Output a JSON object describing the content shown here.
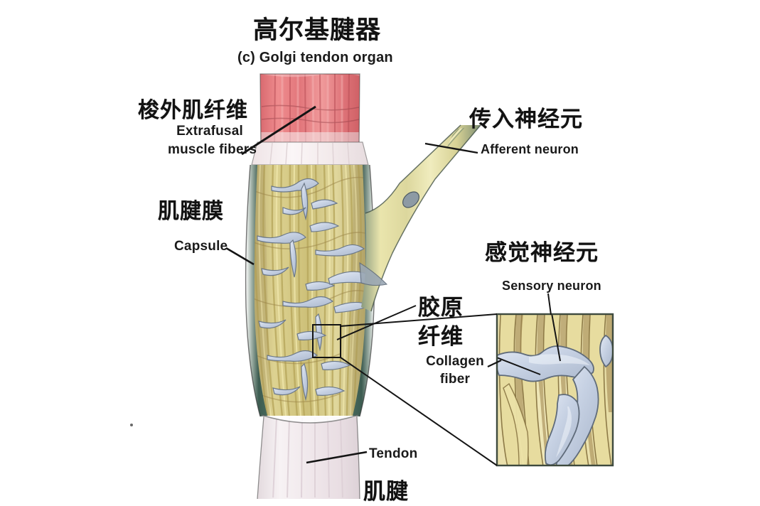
{
  "figure": {
    "title_cn": "高尔基腱器",
    "title_en": "(c) Golgi tendon organ",
    "background_color": "#ffffff",
    "palette": {
      "muscle_pink": "#e8767a",
      "muscle_pink_dark": "#c9565c",
      "tendon_white": "#f3eaee",
      "collagen_yellow": "#d9cf86",
      "collagen_yellow_light": "#ece3a8",
      "collagen_brown": "#a08b5e",
      "capsule_green": "#3c5a50",
      "nerve_blue": "#c3cde0",
      "nerve_outline": "#5f6b7a",
      "leader_line": "#1a1a1a"
    }
  },
  "labels": [
    {
      "id": "extrafusal",
      "cn": "梭外肌纤维",
      "en": "Extrafusal\nmuscle fibers",
      "points_to": "muscle fiber block at top of tendon organ"
    },
    {
      "id": "capsule",
      "cn": "肌腱膜",
      "en": "Capsule",
      "points_to": "outer green sheath of the tendon organ"
    },
    {
      "id": "afferent",
      "cn": "传入神经元",
      "en": "Afferent neuron",
      "points_to": "nerve bundle leaving upper right"
    },
    {
      "id": "sensory",
      "cn": "感觉神经元",
      "en": "Sensory neuron",
      "points_to": "blue nerve ending inside magnified inset"
    },
    {
      "id": "collagen",
      "cn": "胶原\n纤维",
      "en": "Collagen\nfiber",
      "points_to": "yellow collagen fiber bundle inside magnified inset"
    },
    {
      "id": "tendon",
      "cn": "肌腱",
      "en": "Tendon",
      "points_to": "pale tendon trunk at bottom"
    }
  ],
  "diagram_parts": [
    {
      "name": "extrafusal-muscle-fibers",
      "description": "striated pink-red muscle block at the top"
    },
    {
      "name": "tendon-transition-band",
      "description": "pale whitish band between muscle and capsule"
    },
    {
      "name": "capsule",
      "description": "dark green sheath enclosing the organ"
    },
    {
      "name": "collagen-fiber-bundles",
      "description": "interwoven yellow-olive fibers filling the capsule"
    },
    {
      "name": "nerve-endings",
      "description": "pale blue branching nerve terminals among the collagen fibers"
    },
    {
      "name": "afferent-nerve-bundle",
      "description": "nerve trunk exiting to the upper right"
    },
    {
      "name": "tendon-trunk",
      "description": "pale pink-lavender tendon at the bottom"
    },
    {
      "name": "magnifier-source-box",
      "description": "small black rectangle marking the magnified region"
    },
    {
      "name": "magnified-inset",
      "description": "boxed close-up of collagen fibers and sensory nerve ending"
    }
  ]
}
